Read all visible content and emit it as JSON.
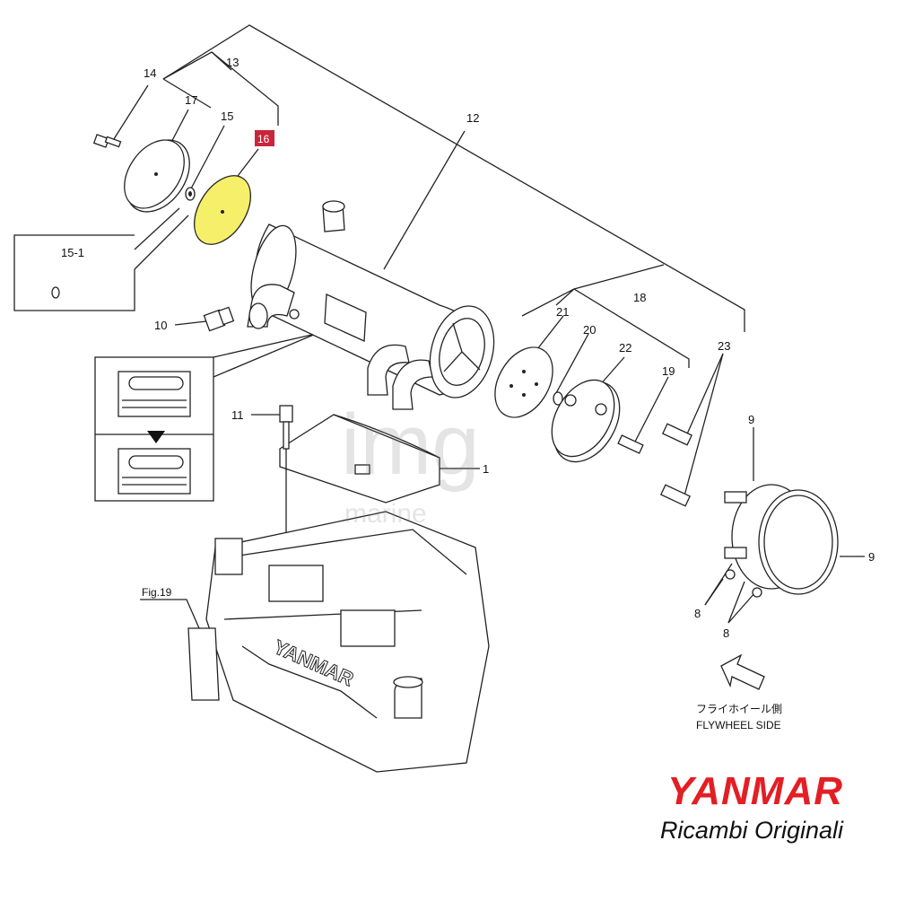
{
  "diagram": {
    "part_labels": {
      "p1": "1",
      "p8a": "8",
      "p8b": "8",
      "p9a": "9",
      "p9b": "9",
      "p10": "10",
      "p11": "11",
      "p12": "12",
      "p13": "13",
      "p14": "14",
      "p15": "15",
      "p15_1": "15-1",
      "p16": "16",
      "p17": "17",
      "p18": "18",
      "p19": "19",
      "p20": "20",
      "p21": "21",
      "p22": "22",
      "p23": "23"
    },
    "figure_ref": "Fig.19",
    "flywheel_jp": "フライホイール側",
    "flywheel_en": "FLYWHEEL SIDE",
    "engine_text": "YANMAR",
    "watermark_main": "img",
    "watermark_sub": "marine",
    "highlight_color": "#f5ef6a",
    "badge_color": "#c8263a"
  },
  "brand": {
    "name": "YANMAR",
    "tagline": "Ricambi Originali",
    "color": "#e31e24"
  }
}
